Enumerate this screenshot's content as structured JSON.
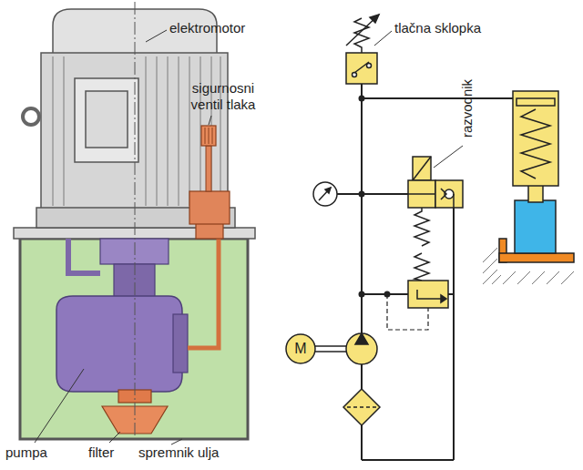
{
  "diagram": {
    "nodes": [
      {
        "text": [
          "M"
        ]
      }
    ],
    "labels": [
      "elektromotor",
      "sigurnosni ventil tlaka",
      "pumpa",
      "filter",
      "spremnik ulja",
      "tlačna sklopka",
      "razvodnik"
    ]
  }
}
